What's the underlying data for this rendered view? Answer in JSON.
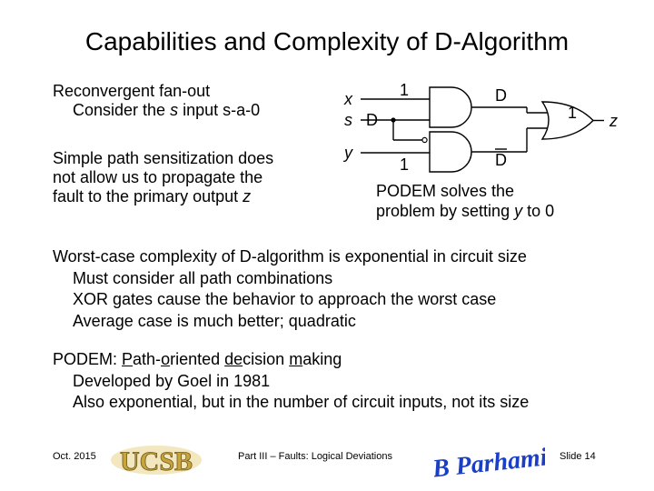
{
  "slide": {
    "title": "Capabilities and Complexity of D-Algorithm",
    "left_block": {
      "line1": "Reconvergent fan-out",
      "line2_a": "Consider the ",
      "line2_var": "s",
      "line2_b": " input s-a-0",
      "para_line1": "Simple path sensitization does",
      "para_line2": "not allow us to propagate the",
      "para_line3_a": "fault to the primary output ",
      "para_line3_var": "z"
    },
    "diagram": {
      "label_x": "x",
      "label_s": "s",
      "label_y": "y",
      "label_D_in": "D",
      "label_1_top": "1",
      "label_1_bottom": "1",
      "label_D_out_top": "D",
      "label_D_out_bottom": "D",
      "label_1_out": "1",
      "label_z": "z",
      "note_line1": "PODEM solves the",
      "note_line2_a": "problem by setting ",
      "note_line2_var": "y",
      "note_line2_b": " to 0"
    },
    "worst_case": {
      "heading": "Worst-case complexity of D-algorithm is exponential in circuit size",
      "items": [
        "Must consider all path combinations",
        "XOR gates cause the behavior to approach the worst case",
        "Average case is much better; quadratic"
      ]
    },
    "podem": {
      "heading_prefix": "PODEM: ",
      "p": "P",
      "ath_": "ath-",
      "o": "o",
      "riented_": "riented ",
      "de": "de",
      "cision_": "cision ",
      "m": "m",
      "aking": "aking",
      "items": [
        "Developed by Goel in 1981",
        "Also exponential, but in the number of circuit inputs, not its size"
      ]
    },
    "footer": {
      "date": "Oct. 2015",
      "logo_text": "UCSB",
      "center": "Part III – Faults: Logical Deviations",
      "signature": "B Parhami",
      "slide": "Slide 14"
    }
  },
  "colors": {
    "logo_gold": "#c8a43c",
    "logo_dark": "#6b5a1e",
    "signature": "#1a3fc4"
  }
}
